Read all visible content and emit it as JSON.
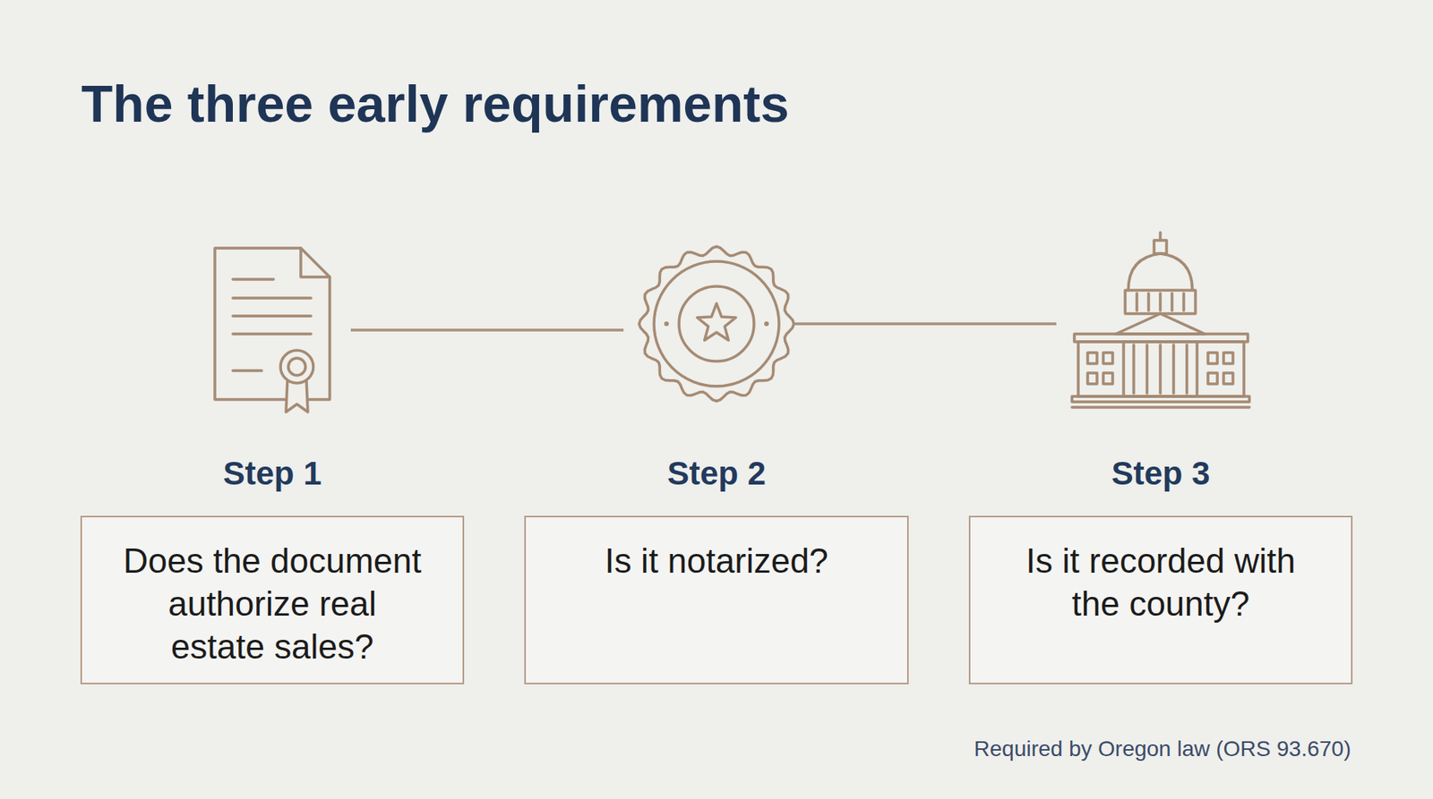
{
  "diagram": {
    "title": "The three early requirements",
    "caption": "Required by Oregon law (ORS 93.670)",
    "nodes": [
      {
        "text": [
          "Step 1",
          "Does the document authorize real estate sales?"
        ]
      },
      {
        "text": [
          "Step 2",
          "Is it notarized?"
        ]
      },
      {
        "text": [
          "Step 3",
          "Is it recorded with the county?"
        ]
      }
    ],
    "edges": [
      {
        "from": 0,
        "to": 1,
        "arrow": "none"
      },
      {
        "from": 1,
        "to": 2,
        "arrow": "none"
      }
    ]
  }
}
